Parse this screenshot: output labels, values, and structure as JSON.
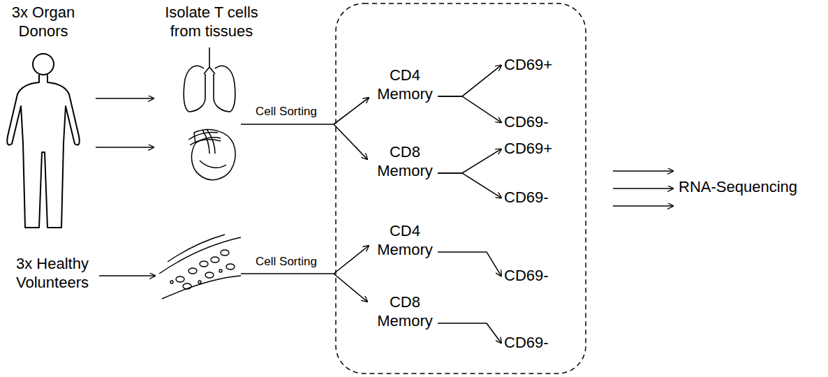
{
  "diagram": {
    "nodes": [
      {
        "text": [
          "CD4 Memory"
        ]
      },
      {
        "text": [
          "CD69+"
        ]
      },
      {
        "text": [
          "CD69-"
        ]
      },
      {
        "text": [
          "CD8 Memory"
        ]
      },
      {
        "text": [
          "CD69+"
        ]
      },
      {
        "text": [
          "CD69-"
        ]
      },
      {
        "text": [
          "CD4 Memory"
        ]
      },
      {
        "text": [
          "CD69-"
        ]
      },
      {
        "text": [
          "CD8 Memory"
        ]
      },
      {
        "text": [
          "CD69-"
        ]
      },
      {
        "text": [
          "RNA-Sequencing"
        ]
      }
    ],
    "edges": [
      {
        "from": 0,
        "to": 1,
        "arrow": "to"
      },
      {
        "from": 0,
        "to": 2,
        "arrow": "to"
      },
      {
        "from": 3,
        "to": 4,
        "arrow": "to"
      },
      {
        "from": 3,
        "to": 5,
        "arrow": "to"
      },
      {
        "from": 6,
        "to": 7,
        "arrow": "to"
      },
      {
        "from": 8,
        "to": 9,
        "arrow": "to"
      }
    ],
    "labels": [
      "3x Organ Donors",
      "Isolate T cells from tissues",
      "3x Healthy Volunteers",
      "Cell Sorting",
      "Cell Sorting"
    ]
  }
}
